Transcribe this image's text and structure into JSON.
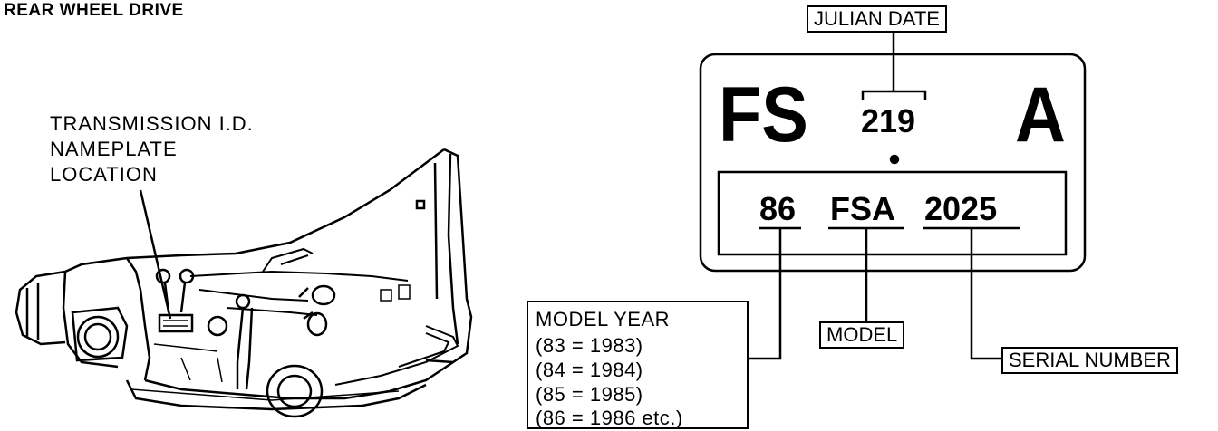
{
  "title": "REAR WHEEL DRIVE",
  "location_label": [
    "TRANSMISSION I.D.",
    "NAMEPLATE",
    "LOCATION"
  ],
  "nameplate": {
    "prefix": "FS",
    "julian_date_value": "219",
    "suffix": "A",
    "model_year_value": "86",
    "model_value": "FSA",
    "serial_value": "2025"
  },
  "callouts": {
    "julian_date": "JULIAN DATE",
    "model": "MODEL",
    "serial_number": "SERIAL NUMBER"
  },
  "model_year_legend": {
    "heading": "MODEL YEAR",
    "lines": [
      "(83  =  1983)",
      "(84  =  1984)",
      "(85  =  1985)",
      "(86  =  1986 etc.)"
    ]
  }
}
